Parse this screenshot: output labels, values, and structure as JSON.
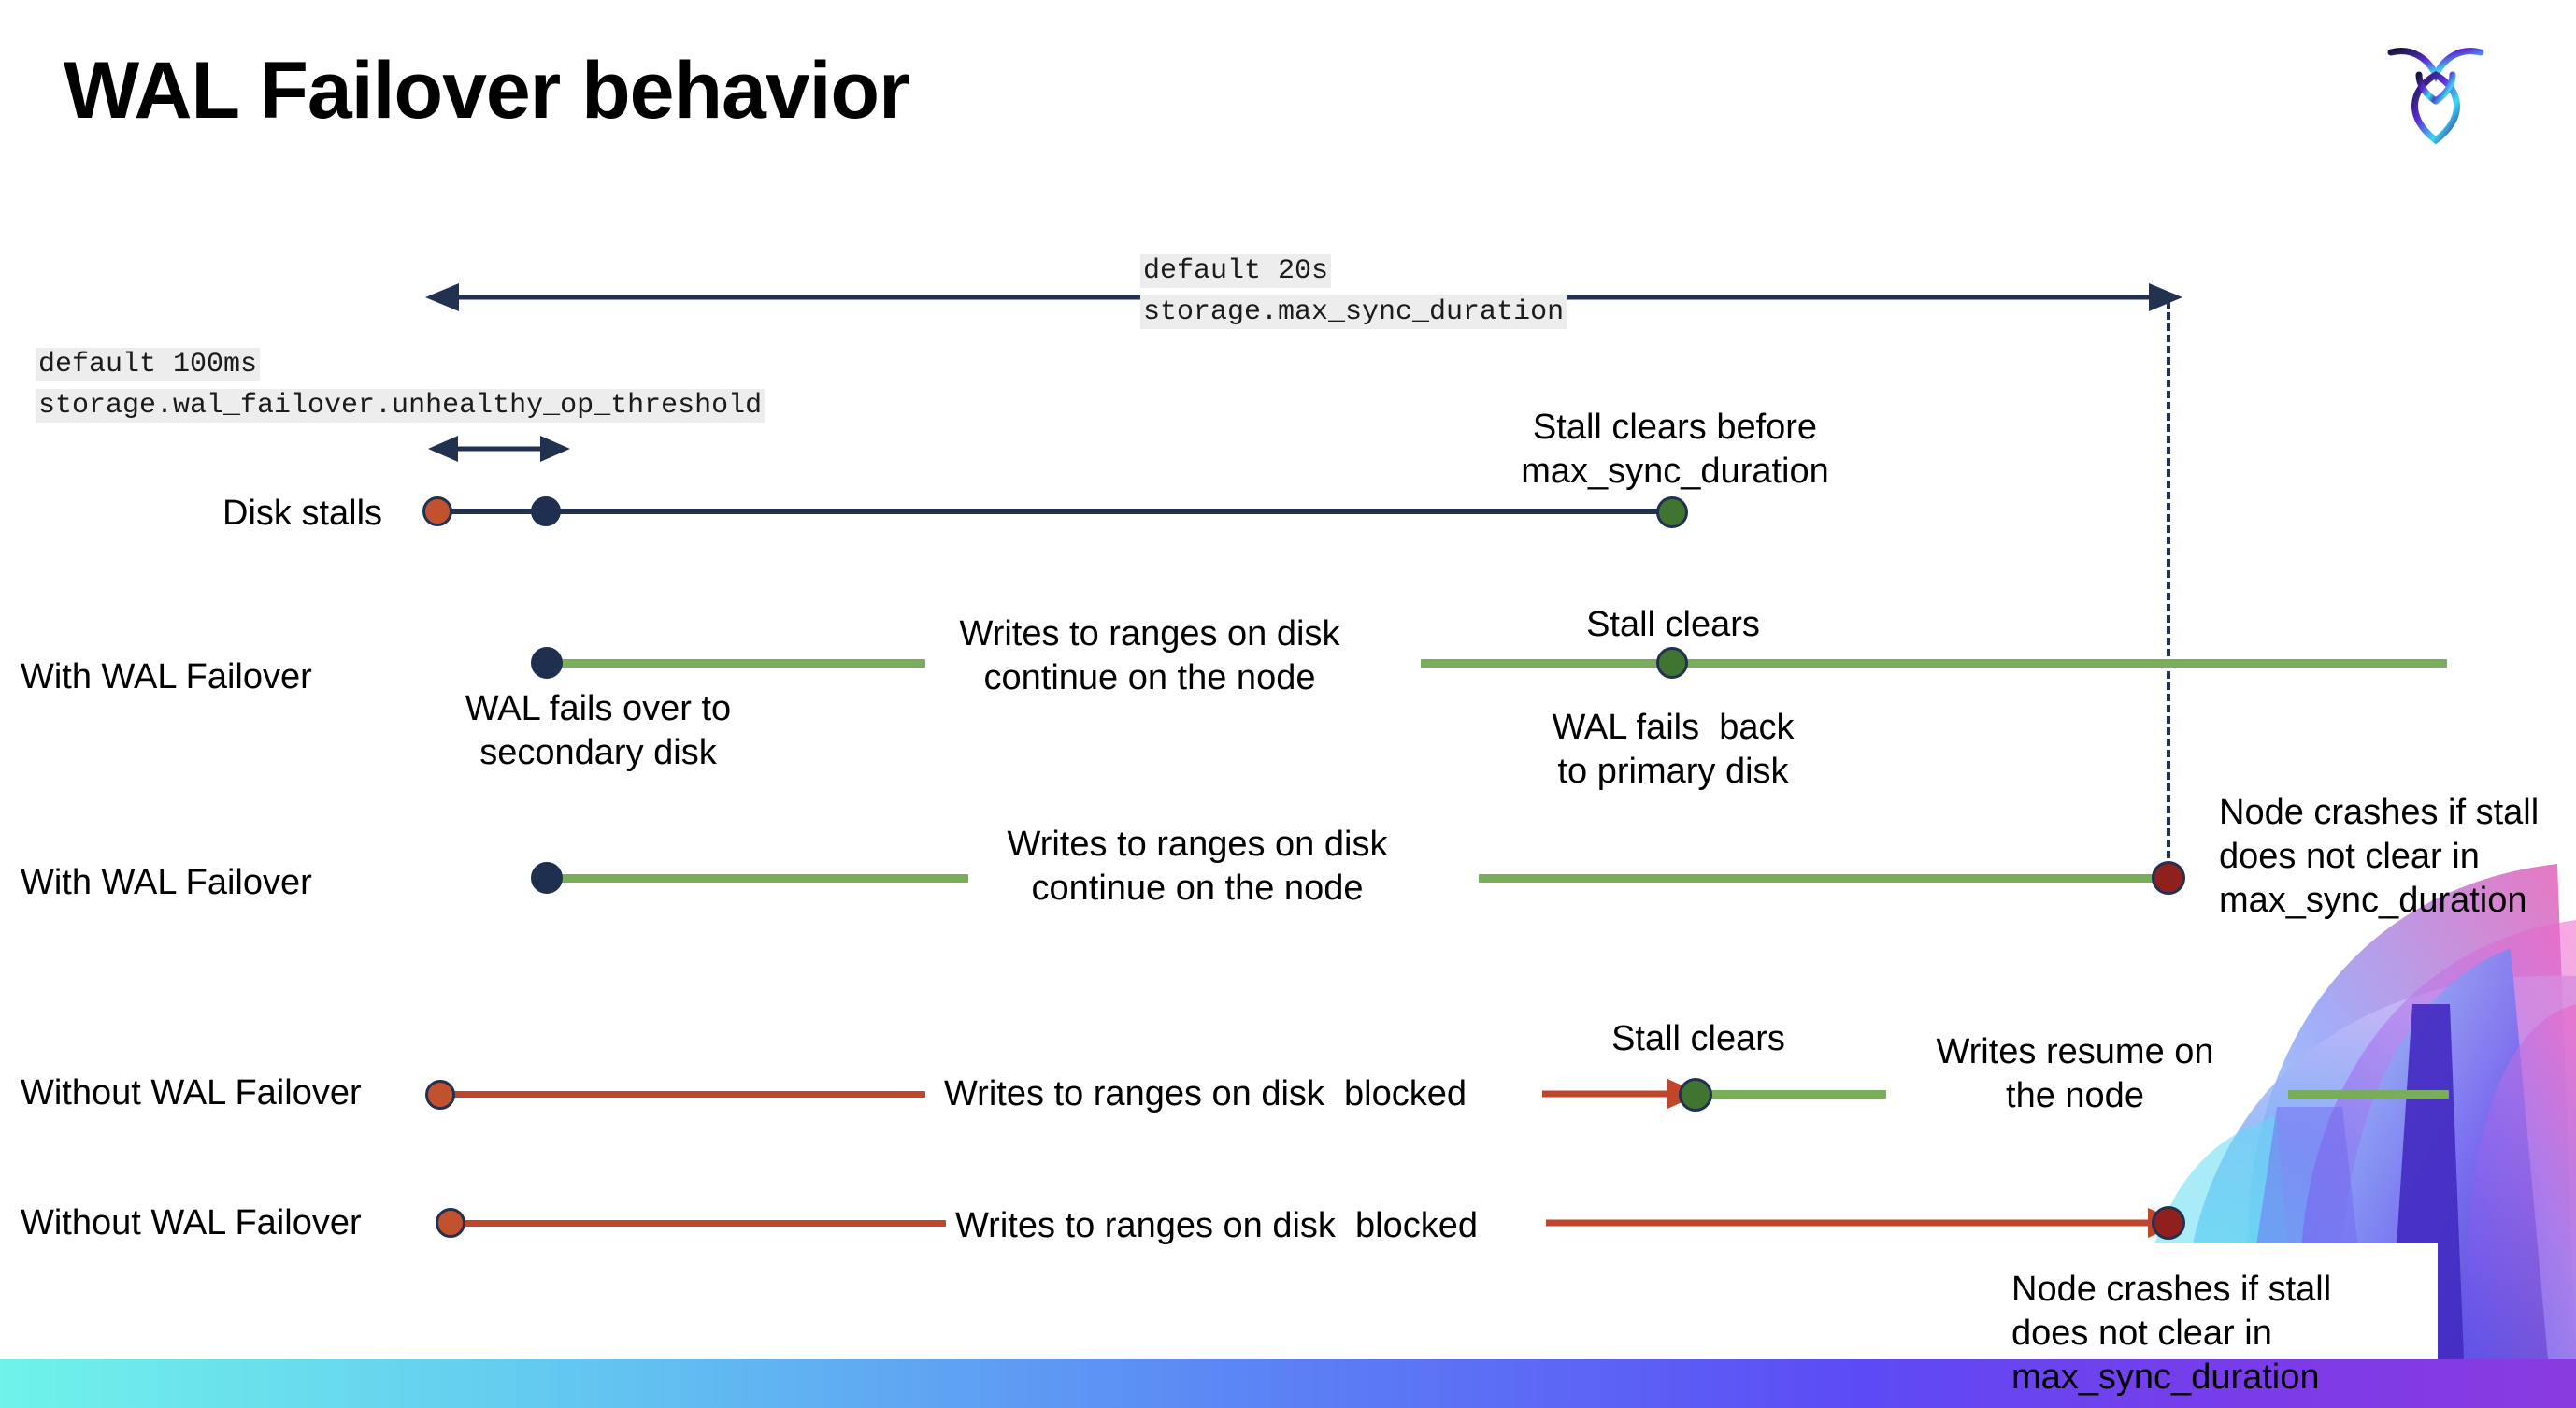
{
  "slide": {
    "title": "WAL Failover behavior",
    "logo_name": "cockroachdb-logo"
  },
  "callouts": {
    "max_sync_duration": {
      "line1": "default 20s",
      "line2": "storage.max_sync_duration"
    },
    "unhealthy_op_threshold": {
      "line1": "default 100ms",
      "line2": "storage.wal_failover.unhealthy_op_threshold"
    }
  },
  "rows": [
    {
      "id": "disk-stalls",
      "label": "Disk stalls",
      "notes": [
        {
          "id": "stall-clears-before",
          "text": "Stall clears before\nmax_sync_duration"
        }
      ]
    },
    {
      "id": "with-wal-failover-clears",
      "label": "With WAL Failover",
      "notes": [
        {
          "id": "wal-fails-over",
          "text": "WAL fails over to\nsecondary disk"
        },
        {
          "id": "writes-continue-1",
          "text": "Writes to ranges on disk\ncontinue on the node"
        },
        {
          "id": "stall-clears-1",
          "text": "Stall clears"
        },
        {
          "id": "wal-fails-back",
          "text": "WAL fails  back\nto primary disk"
        }
      ]
    },
    {
      "id": "with-wal-failover-crash",
      "label": "With WAL Failover",
      "notes": [
        {
          "id": "writes-continue-2",
          "text": "Writes to ranges on disk\ncontinue on the node"
        },
        {
          "id": "node-crashes-1",
          "text": "Node crashes if stall\ndoes not clear in\nmax_sync_duration"
        }
      ]
    },
    {
      "id": "without-wal-failover-clears",
      "label": "Without WAL Failover",
      "notes": [
        {
          "id": "writes-blocked-1",
          "text": "Writes to ranges on disk  blocked"
        },
        {
          "id": "stall-clears-2",
          "text": "Stall clears"
        },
        {
          "id": "writes-resume",
          "text": "Writes resume on\nthe node"
        }
      ]
    },
    {
      "id": "without-wal-failover-crash",
      "label": "Without WAL Failover",
      "notes": [
        {
          "id": "writes-blocked-2",
          "text": "Writes to ranges on disk  blocked"
        },
        {
          "id": "node-crashes-2",
          "text": "Node crashes if stall\ndoes not clear in\nmax_sync_duration"
        }
      ]
    }
  ],
  "colors": {
    "navy": "#22314F",
    "green_line": "#79AD5B",
    "orange_line": "#C1452A",
    "dot_orange": "#C2522F",
    "dot_navy": "#1F2F50",
    "dot_green": "#3F7530",
    "dot_dark_red": "#8F201E",
    "code_highlight": "#ededed",
    "bar_gradient_start": "#6FF3EA",
    "bar_gradient_mid": "#5B86F5",
    "bar_gradient_end": "#8A3BE0"
  },
  "chart_data": {
    "type": "line",
    "title": "WAL Failover behavior",
    "xlabel": "",
    "ylabel": "",
    "annotations": [
      "default 20s",
      "storage.max_sync_duration",
      "default 100ms",
      "storage.wal_failover.unhealthy_op_threshold"
    ],
    "series": [
      {
        "name": "Disk stalls",
        "events": [
          "stall begins",
          "unhealthy_op_threshold reached",
          "stall clears before max_sync_duration"
        ]
      },
      {
        "name": "With WAL Failover",
        "events": [
          "WAL fails over to secondary disk",
          "writes continue",
          "stall clears",
          "WAL fails back to primary disk"
        ]
      },
      {
        "name": "With WAL Failover",
        "events": [
          "WAL fails over to secondary disk",
          "writes continue",
          "node crashes at max_sync_duration"
        ]
      },
      {
        "name": "Without WAL Failover",
        "events": [
          "stall begins",
          "writes blocked",
          "stall clears",
          "writes resume"
        ]
      },
      {
        "name": "Without WAL Failover",
        "events": [
          "stall begins",
          "writes blocked",
          "node crashes at max_sync_duration"
        ]
      }
    ]
  }
}
